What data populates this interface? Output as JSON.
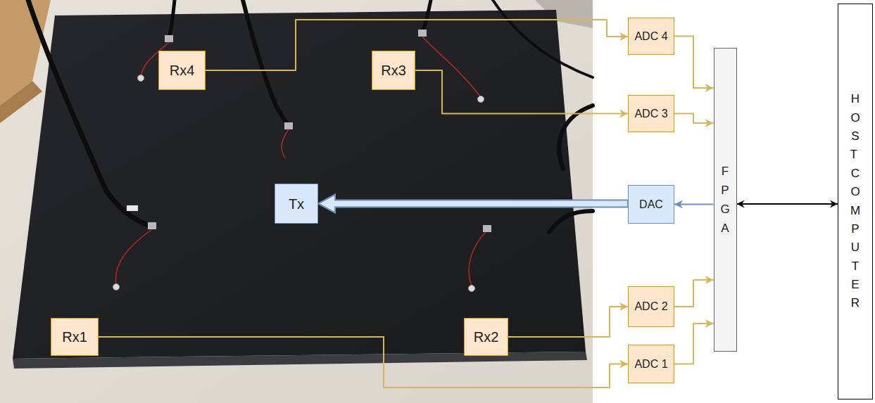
{
  "diagram": {
    "nodes": [
      {
        "text": [
          "Rx4"
        ]
      },
      {
        "text": [
          "Rx3"
        ]
      },
      {
        "text": [
          "Tx"
        ]
      },
      {
        "text": [
          "Rx1"
        ]
      },
      {
        "text": [
          "Rx2"
        ]
      },
      {
        "text": [
          "ADC 4"
        ]
      },
      {
        "text": [
          "ADC 3"
        ]
      },
      {
        "text": [
          "DAC"
        ]
      },
      {
        "text": [
          "ADC 2"
        ]
      },
      {
        "text": [
          "ADC 1"
        ]
      },
      {
        "text": [
          "FPGA"
        ]
      },
      {
        "text": [
          "HOST COMPUTER"
        ]
      }
    ],
    "edges": [
      {
        "from": 0,
        "to": 5,
        "arrow": "to"
      },
      {
        "from": 1,
        "to": 6,
        "arrow": "to"
      },
      {
        "from": 3,
        "to": 9,
        "arrow": "to"
      },
      {
        "from": 4,
        "to": 8,
        "arrow": "to"
      },
      {
        "from": 5,
        "to": 10,
        "arrow": "to"
      },
      {
        "from": 6,
        "to": 10,
        "arrow": "to"
      },
      {
        "from": 8,
        "to": 10,
        "arrow": "to"
      },
      {
        "from": 9,
        "to": 10,
        "arrow": "to"
      },
      {
        "from": 10,
        "to": 7,
        "arrow": "to"
      },
      {
        "from": 7,
        "to": 2,
        "arrow": "to"
      },
      {
        "from": 10,
        "to": 11,
        "arrow": "both"
      }
    ]
  }
}
